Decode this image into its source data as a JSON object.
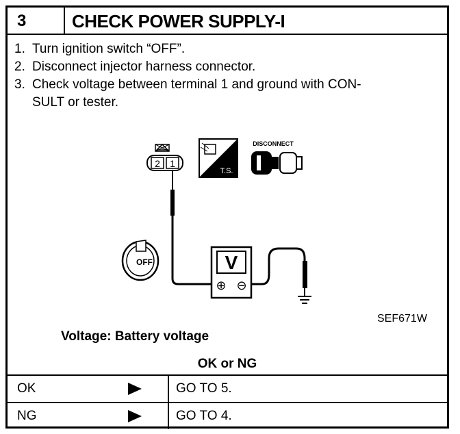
{
  "header": {
    "step_number": "3",
    "title": "CHECK POWER SUPPLY-I"
  },
  "steps": [
    {
      "num": "1.",
      "text": "Turn ignition switch “OFF”."
    },
    {
      "num": "2.",
      "text": "Disconnect injector harness connector."
    },
    {
      "num": "3.",
      "text": "Check voltage between terminal 1 and ground with CON-\nSULT or tester."
    }
  ],
  "diagram": {
    "connector_terminals": [
      "2",
      "1"
    ],
    "ts_label": "T.S.",
    "disconnect_label": "DISCONNECT",
    "key_label": "OFF",
    "meter_label": "V",
    "meter_plus": "⊕",
    "meter_minus": "⊖",
    "icons": [
      "connector-icon",
      "consult-tester-icon",
      "disconnect-icon",
      "ignition-key-icon",
      "voltmeter-icon",
      "ground-icon"
    ]
  },
  "figure_code": "SEF671W",
  "spec": "Voltage: Battery voltage",
  "ok_or_ng": "OK or NG",
  "results": [
    {
      "label": "OK",
      "action": "GO TO 5."
    },
    {
      "label": "NG",
      "action": "GO TO 4."
    }
  ]
}
